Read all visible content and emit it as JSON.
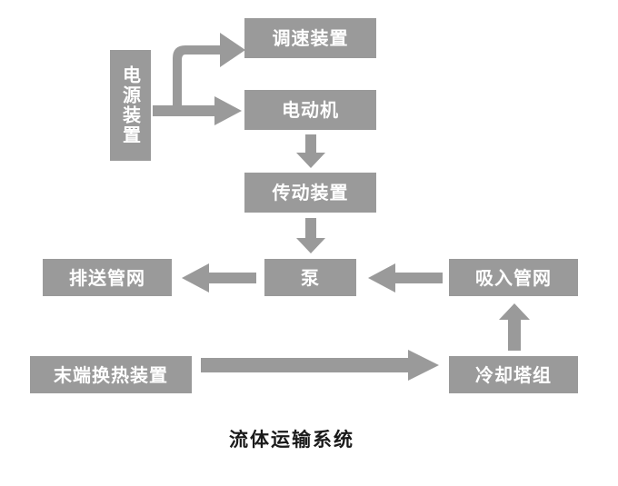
{
  "diagram": {
    "caption": "流体运输系统",
    "colors": {
      "node_fill": "#9a9a9a",
      "node_text": "#ffffff",
      "arrow": "#9a9a9a",
      "caption_text": "#1a1a1a",
      "background": "#ffffff"
    },
    "nodes": [
      {
        "id": "power",
        "label": "电源装置",
        "orientation": "vertical"
      },
      {
        "id": "speed",
        "label": "调速装置",
        "orientation": "horizontal"
      },
      {
        "id": "motor",
        "label": "电动机",
        "orientation": "horizontal"
      },
      {
        "id": "transmission",
        "label": "传动装置",
        "orientation": "horizontal"
      },
      {
        "id": "pump",
        "label": "泵",
        "orientation": "horizontal"
      },
      {
        "id": "discharge",
        "label": "排送管网",
        "orientation": "horizontal"
      },
      {
        "id": "suction",
        "label": "吸入管网",
        "orientation": "horizontal"
      },
      {
        "id": "terminal",
        "label": "末端换热装置",
        "orientation": "horizontal"
      },
      {
        "id": "cooling",
        "label": "冷却塔组",
        "orientation": "horizontal"
      }
    ],
    "edges": [
      {
        "from": "power",
        "to": "speed",
        "shape": "elbow-up-right"
      },
      {
        "from": "power",
        "to": "motor",
        "shape": "right"
      },
      {
        "from": "motor",
        "to": "transmission",
        "shape": "down"
      },
      {
        "from": "transmission",
        "to": "pump",
        "shape": "down"
      },
      {
        "from": "pump",
        "to": "discharge",
        "shape": "left"
      },
      {
        "from": "suction",
        "to": "pump",
        "shape": "left"
      },
      {
        "from": "cooling",
        "to": "suction",
        "shape": "up"
      },
      {
        "from": "terminal",
        "to": "cooling",
        "shape": "right-long"
      }
    ]
  }
}
